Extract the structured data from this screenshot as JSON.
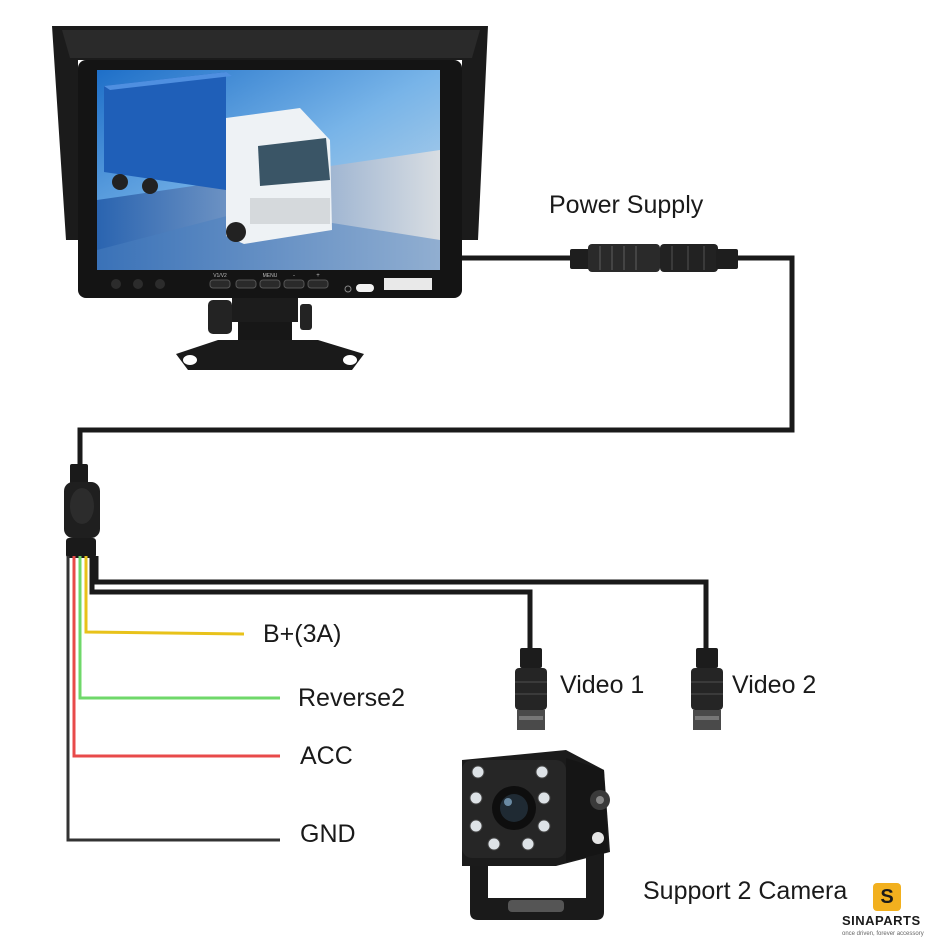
{
  "labels": {
    "power_supply": "Power Supply",
    "b_plus": "B+(3A)",
    "reverse2": "Reverse2",
    "acc": "ACC",
    "gnd": "GND",
    "video1": "Video 1",
    "video2": "Video 2",
    "support_cameras": "Support 2 Camera"
  },
  "monitor": {
    "buttons": [
      "V1/V2",
      "MENU",
      "-",
      "+"
    ]
  },
  "brand": {
    "name": "SINAPARTS",
    "tagline": "once driven, forever accessory",
    "logo_letter": "S"
  },
  "wire_colors": {
    "main_cable": "#1a1a1a",
    "b_plus": "#e8c21a",
    "reverse2": "#6fd86a",
    "acc": "#e84a4a",
    "gnd": "#333333"
  }
}
